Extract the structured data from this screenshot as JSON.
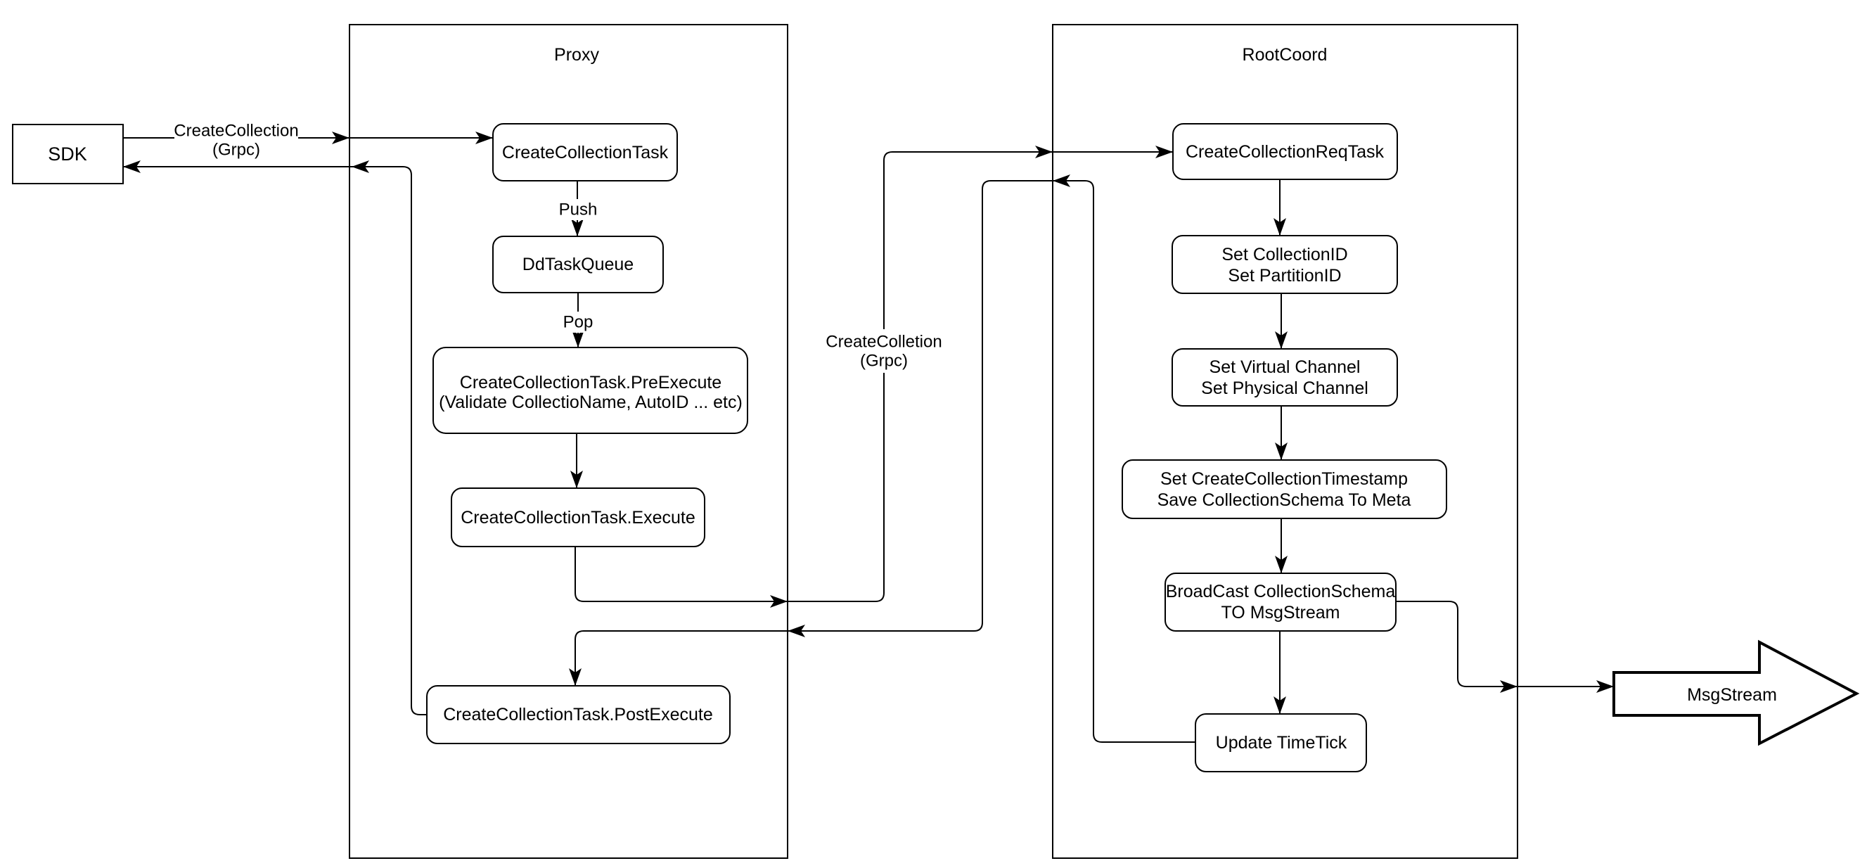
{
  "diagram": {
    "colors": {
      "stroke": "#000000",
      "background": "#ffffff",
      "text": "#000000"
    },
    "sdk": {
      "label": "SDK"
    },
    "edge_labels": {
      "create_collection_line1": "CreateCollection",
      "create_collection_line2": "(Grpc)",
      "push": "Push",
      "pop": "Pop",
      "create_colletion_line1": "CreateColletion",
      "create_colletion_line2": "(Grpc)"
    },
    "proxy": {
      "title": "Proxy",
      "create_collection_task": "CreateCollectionTask",
      "dd_task_queue": "DdTaskQueue",
      "pre_execute_line1": "CreateCollectionTask.PreExecute",
      "pre_execute_line2": "(Validate CollectioName, AutoID ... etc)",
      "execute": "CreateCollectionTask.Execute",
      "post_execute": "CreateCollectionTask.PostExecute"
    },
    "root_coord": {
      "title": "RootCoord",
      "req_task": "CreateCollectionReqTask",
      "set_ids_line1": "Set CollectionID",
      "set_ids_line2": "Set PartitionID",
      "set_channel_line1": "Set Virtual Channel",
      "set_channel_line2": "Set Physical Channel",
      "set_timestamp_line1": "Set CreateCollectionTimestamp",
      "set_timestamp_line2": "Save CollectionSchema To Meta",
      "broadcast_line1": "BroadCast CollectionSchema",
      "broadcast_line2": "TO MsgStream",
      "update_timetick": "Update TimeTick"
    },
    "msg_stream": {
      "label": "MsgStream"
    }
  }
}
